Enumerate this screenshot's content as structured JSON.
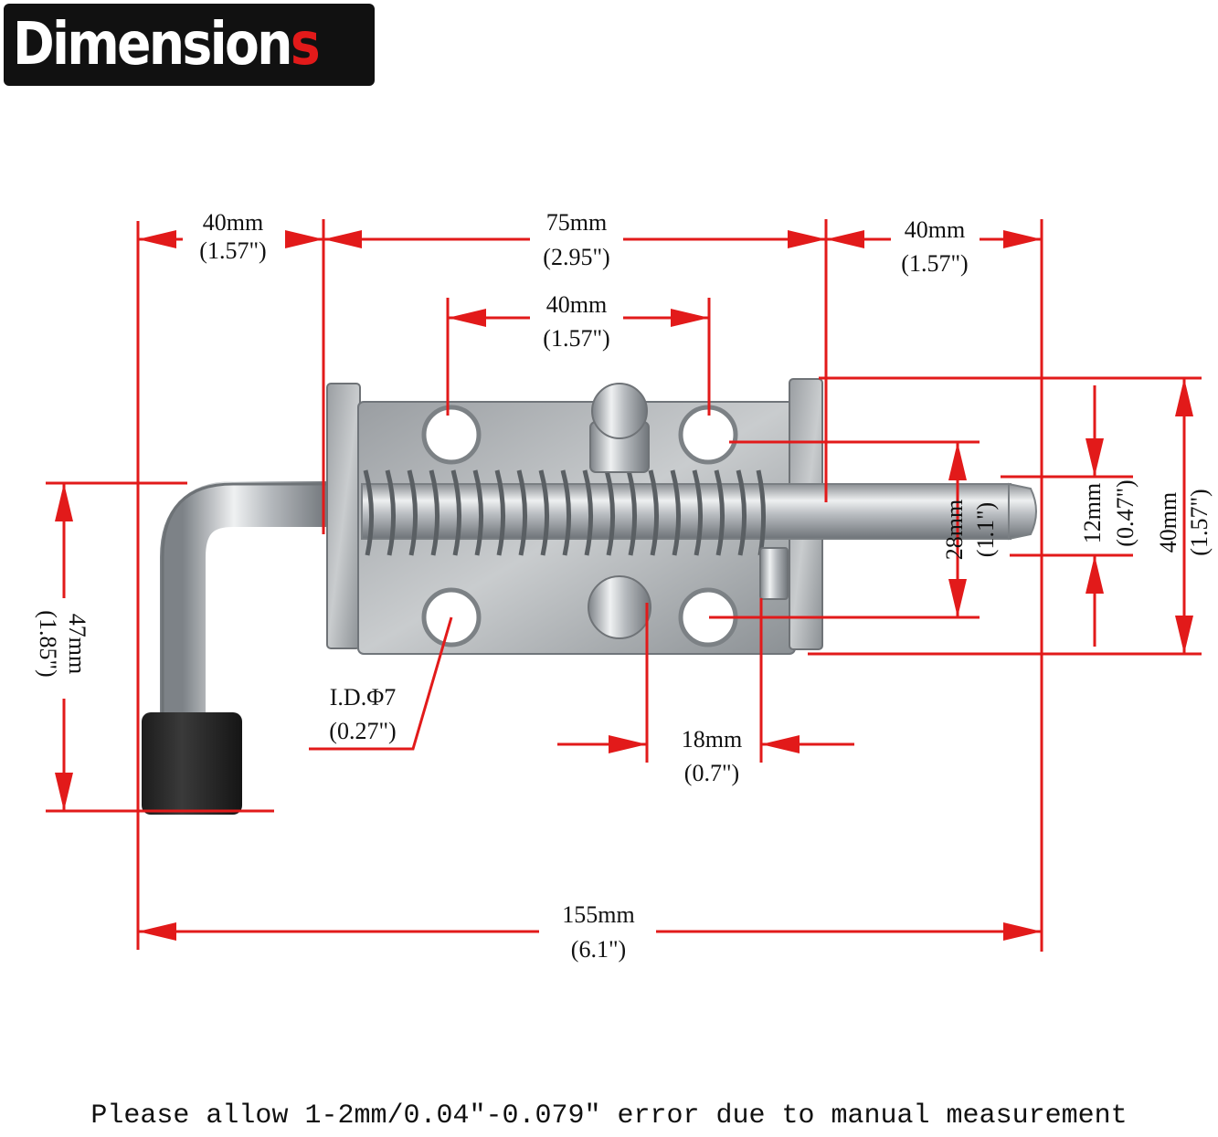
{
  "badge": {
    "title_main": "Dimension",
    "title_accent": "s",
    "accent_color": "#e21a1a"
  },
  "line_color": "#e21a1a",
  "product": "spring-loaded-latch-bolt",
  "dimensions": {
    "total_length": {
      "mm": "155mm",
      "inch": "(6.1\")"
    },
    "handle_offset": {
      "mm": "40mm",
      "inch": "(1.57\")"
    },
    "body_length": {
      "mm": "75mm",
      "inch": "(2.95\")"
    },
    "pin_extension": {
      "mm": "40mm",
      "inch": "(1.57\")"
    },
    "hole_spacing": {
      "mm": "40mm",
      "inch": "(1.57\")"
    },
    "handle_height": {
      "mm": "47mm",
      "inch": "(1.85\")"
    },
    "hole_vertical": {
      "mm": "28mm",
      "inch": "(1.1\")"
    },
    "pin_diameter": {
      "mm": "12mm",
      "inch": "(0.47\")"
    },
    "body_width": {
      "mm": "40mm",
      "inch": "(1.57\")"
    },
    "hole_diameter": {
      "label": "I.D.Φ7",
      "inch": "(0.27\")"
    },
    "stud_to_hole": {
      "mm": "18mm",
      "inch": "(0.7\")"
    }
  },
  "note": "Please allow 1-2mm/0.04\"-0.079\" error due to manual measurement"
}
